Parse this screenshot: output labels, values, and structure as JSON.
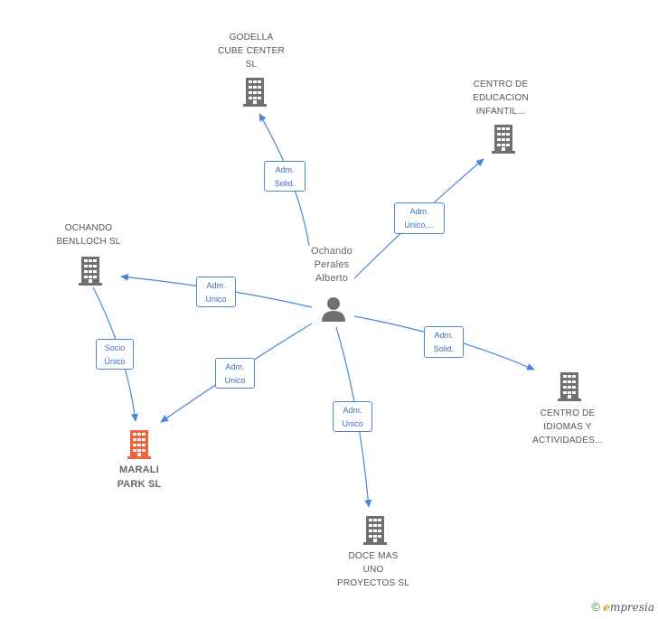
{
  "person": {
    "label": "Ochando\nPerales\nAlberto"
  },
  "companies": {
    "godella": {
      "label": "GODELLA\nCUBE CENTER\nSL"
    },
    "centro_educacion": {
      "label": "CENTRO DE\nEDUCACION\nINFANTIL..."
    },
    "ochando_benlloch": {
      "label": "OCHANDO\nBENLLOCH  SL"
    },
    "centro_idiomas": {
      "label": "CENTRO DE\nIDIOMAS Y\nACTIVIDADES..."
    },
    "marali": {
      "label": "MARALI\nPARK SL"
    },
    "doce_mas": {
      "label": "DOCE MAS\nUNO\nPROYECTOS SL"
    }
  },
  "edges": {
    "to_godella": "Adm.\nSolid.",
    "to_centro_educacion": "Adm.\nUnico,...",
    "to_ochando_benlloch": "Adm.\nUnico",
    "to_marali": "Adm.\nUnico",
    "benlloch_to_marali": "Socio\nÚnico",
    "to_centro_idiomas": "Adm.\nSolid.",
    "to_doce_mas": "Adm.\nUnico"
  },
  "colors": {
    "edge": "#4a86d8",
    "building": "#707070",
    "focus_building": "#f0623a",
    "person": "#707070"
  },
  "footer": {
    "symbol": "©",
    "brand": "mpresia",
    "brand_initial": "e"
  }
}
